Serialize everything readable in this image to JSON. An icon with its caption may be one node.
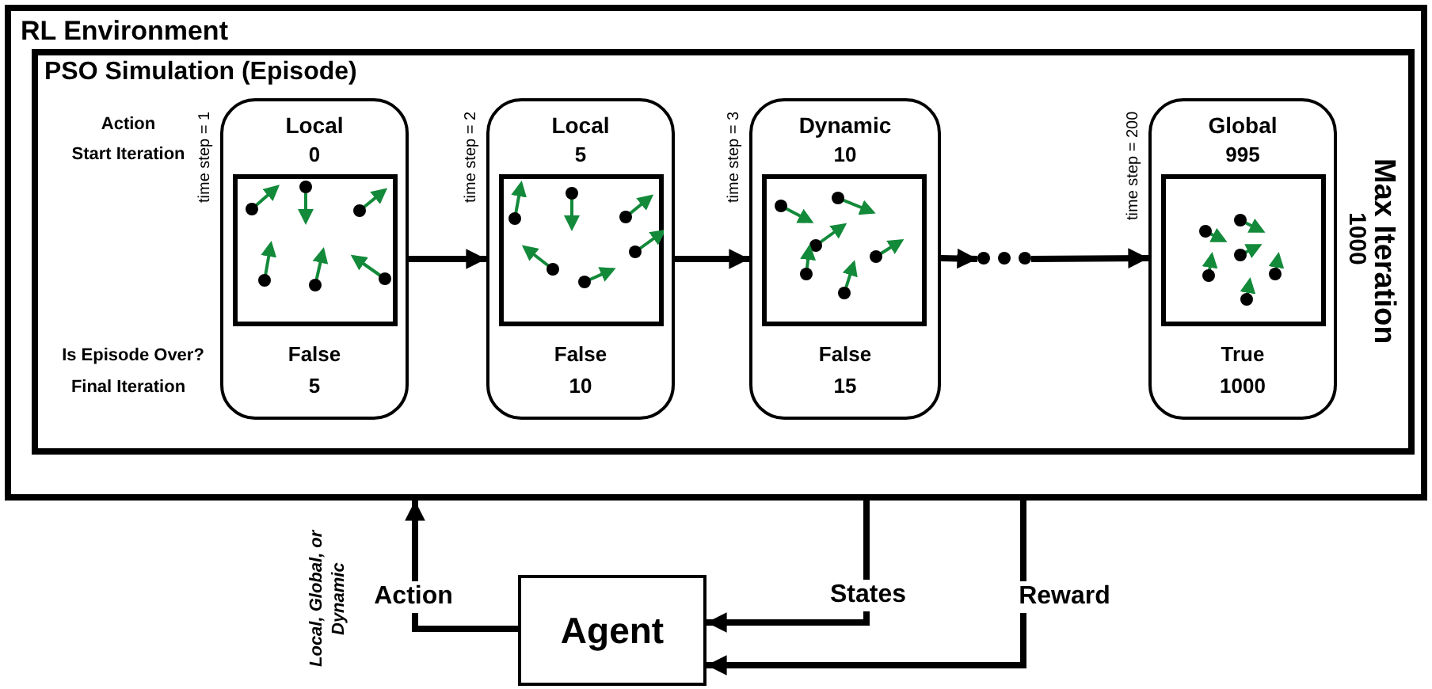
{
  "diagram": {
    "nodes": [
      {
        "text": [
          "RL Environment"
        ]
      },
      {
        "text": [
          "PSO Simulation (Episode)"
        ],
        "in": 0
      },
      {
        "text": [
          "Local",
          "0",
          "False",
          "5"
        ],
        "in": 1,
        "beside": [
          "time step = 1"
        ]
      },
      {
        "text": [
          "Local",
          "5",
          "False",
          "10"
        ],
        "in": 1,
        "beside": [
          "time step = 2"
        ]
      },
      {
        "text": [
          "Dynamic",
          "10",
          "False",
          "15"
        ],
        "in": 1,
        "beside": [
          "time step = 3"
        ]
      },
      {
        "text": [],
        "shape": "dots",
        "in": 1
      },
      {
        "text": [
          "Global",
          "995",
          "True",
          "1000"
        ],
        "in": 1,
        "beside": [
          "time step = 200"
        ]
      },
      {
        "text": [
          "Agent"
        ]
      }
    ],
    "edges": [
      {
        "from": 2,
        "to": 3,
        "arrow": "to"
      },
      {
        "from": 3,
        "to": 4,
        "arrow": "to"
      },
      {
        "from": 4,
        "to": 5,
        "arrow": "to"
      },
      {
        "from": 5,
        "to": 6,
        "arrow": "to"
      },
      {
        "from": 7,
        "to": 0,
        "arrow": "to",
        "label": "Action"
      },
      {
        "from": 0,
        "to": 7,
        "arrow": "to",
        "label": "States"
      },
      {
        "from": 0,
        "to": 7,
        "arrow": "to",
        "label": "Reward"
      }
    ],
    "labels": [
      "Action",
      "Start Iteration",
      "Is Episode Over?",
      "Final Iteration",
      "Max Iteration",
      "1000",
      "Local, Global, or Dynamic"
    ]
  }
}
